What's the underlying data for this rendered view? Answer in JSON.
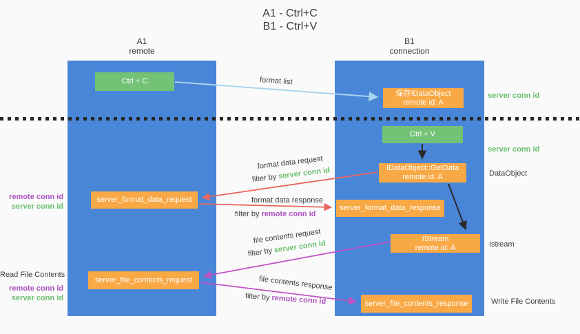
{
  "title": {
    "lines": [
      "A1 - Ctrl+C",
      "B1 - Ctrl+V"
    ]
  },
  "lanes": [
    {
      "name": "A1",
      "role": "remote"
    },
    {
      "name": "B1",
      "role": "connection"
    }
  ],
  "boxes": {
    "ctrl_c": {
      "label": "Ctrl + C"
    },
    "save_idataobject": {
      "line1": "保存IDataObject",
      "line2": "remote id: A"
    },
    "ctrl_v": {
      "label": "Ctrl + V"
    },
    "getdata": {
      "line1": "IDataObject::GetData",
      "line2": "remote id: A"
    },
    "format_request": {
      "label": "server_format_data_request"
    },
    "format_response": {
      "label": "server_format_data_response"
    },
    "istream": {
      "line1": "IStream",
      "line2": "remote id: A"
    },
    "file_request": {
      "label": "server_file_contents_request"
    },
    "file_response": {
      "label": "server_file_contents_response"
    }
  },
  "flow_labels": {
    "format_list": "format list",
    "format_data_request": "format data request",
    "format_data_response": "format data response",
    "file_contents_request": "file contents request",
    "file_contents_response": "file contents response",
    "filter_by": "filter by ",
    "server_conn_id": "server conn id",
    "remote_conn_id": "remote conn id"
  },
  "side_labels": {
    "left_remote_conn_id": "remote conn id",
    "left_server_conn_id": "server conn id",
    "read_file_contents": "Read File Contents",
    "right_server_conn_id_top": "server conn id",
    "right_server_conn_id_mid": "server conn id",
    "dataobject": "DataObject",
    "istream": "Istream",
    "write_file_contents": "Write File Contents"
  },
  "colors": {
    "column_blue": "#4a86d8",
    "box_green": "#74c276",
    "box_orange": "#f8a845",
    "arrow_lightblue": "#a9d3ee",
    "arrow_red": "#e8685e",
    "arrow_magenta": "#c153c5",
    "text_green": "#6abf6e",
    "text_purple": "#ab52c0"
  }
}
